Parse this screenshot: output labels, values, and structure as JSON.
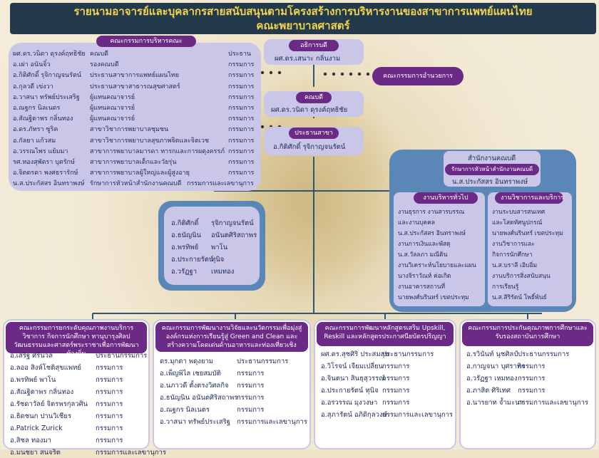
{
  "title_line1": "รายนามอาจารย์และบุคลากรสายสนับสนุนตามโครงสร้างการบริหารงานของสาขาการแพทย์แผนไทย",
  "title_line2": "คณะพยาบาลศาสตร์",
  "exec_committee": {
    "header": "คณะกรรมการบริหารคณะ",
    "members": [
      {
        "name": "ผศ.ดร.วนิดา ดุรงค์ฤทธิชัย",
        "pos": "คณบดี",
        "role": "ประธาน"
      },
      {
        "name": "อ.เผ่า อนันจิ๋ว",
        "pos": "รองคณบดี",
        "role": "กรรมการ"
      },
      {
        "name": "อ.กิติศักดิ์ รุจิกาญจนรัตน์",
        "pos": "ประธานสาขาการแพทย์แผนไทย",
        "role": "กรรมการ"
      },
      {
        "name": "อ.กุลวดี เข่งวา",
        "pos": "ประธานสาขาสาธารณสุขศาสตร์",
        "role": "กรรมการ"
      },
      {
        "name": "อ.วาสนา ทรัพย์ประเสริฐ",
        "pos": "ผู้แทนคณาจารย์",
        "role": "กรรมการ"
      },
      {
        "name": "อ.ณฐกร นิลเนตร",
        "pos": "ผู้แทนคณาจารย์",
        "role": "กรรมการ"
      },
      {
        "name": "อ.สัณฐิตาพร กลิ่นทอง",
        "pos": "ผู้แทนคณาจารย์",
        "role": "กรรมการ"
      },
      {
        "name": "อ.ดร.ภัทรา ซูริค",
        "pos": "สาขาวิชาการพยาบาลชุมชน",
        "role": "กรรมการ"
      },
      {
        "name": "อ.กัลยา แก้วสม",
        "pos": "สาขาวิชาการพยาบาลสุขภาพจิตและจิตเวช",
        "role": "กรรมการ"
      },
      {
        "name": "อ.วรรณไพร แย้มมา",
        "pos": "สาขาการพยาบาลมารดา ทารกและการผดุงครรภ์",
        "role": "กรรมการ"
      },
      {
        "name": "รศ.ทองสุพัตรา บุตรักษ์",
        "pos": "สาขาการพยาบาลเด็กและวัยรุ่น",
        "role": "กรรมการ"
      },
      {
        "name": "อ.จิตตรดา พงศธรารักษ์",
        "pos": "สาขาการพยาบาลผู้ใหญ่และผู้สูงอายุ",
        "role": "กรรมการ"
      },
      {
        "name": "น.ส.ประกัสสร อินทราพงษ์",
        "pos": "รักษาการหัวหน้าสำนักงานคณบดี",
        "role": "กรรมการและเลขานุการ"
      }
    ]
  },
  "rector": {
    "label": "อธิการบดี",
    "name": "ผศ.ดร.เสนาะ กลิ่นงาม"
  },
  "president_committee": "คณะกรรมการอำนวยการ",
  "dean": {
    "label": "คณบดี",
    "name": "ผศ.ดร.วนิดา ดุรงค์ฤทธิชัย"
  },
  "chair": {
    "label": "ประธานสาขา",
    "name": "อ.กิติศักดิ์ รุจิกาญจนรัตน์"
  },
  "faculty_members": [
    {
      "first": "อ.กิติศักดิ์",
      "last": "รุจิกาญจนรัตน์"
    },
    {
      "first": "อ.ธนัญนิน",
      "last": "อนันตศิริสถาพร"
    },
    {
      "first": "อ.พรทิพย์",
      "last": "พาโน"
    },
    {
      "first": "อ.ประกายรัตน์",
      "last": "ทุนิจ"
    },
    {
      "first": "อ.วรัฏฐา",
      "last": "เหมทอง"
    }
  ],
  "dean_office": {
    "title": "สำนักงานคณบดี",
    "subtitle": "รักษาการหัวหน้าสำนักงานคณบดี",
    "name": "น.ส.ประกัสสร อินทราพงษ์",
    "general": {
      "label": "งานบริหารทั่วไป",
      "items": [
        "งานธุรการ งานสารบรรณ",
        "และงานบุคคล",
        "น.ส.ประกัสสร อินทราพงษ์",
        "งานการเงินและพัสดุ",
        "น.ส.วัลลภา มณีดิน",
        "งานวิเคราะห์นโยบายและแผน",
        "นางจิราวัณห์ ค่อเกิด",
        "งานอาคารสถานที่",
        "นายพงศ์นรินทร์ เขตประทุม"
      ]
    },
    "academic": {
      "label": "งานวิชาการและบริการ",
      "items": [
        "งานระบบสารสนเทศ",
        "และโสตทัศนูปกรณ์",
        "นายพงศ์นรินทร์ เขตประทุม",
        "งานวิชาการและ",
        "กิจการนักศึกษา",
        "น.ส.บราลี เอิบอิ่ม",
        "งานบริการสิ่งสนับสนุน",
        "การเรียนรู้",
        "น.ส.สิริรัตน์ โพธิ์พันธ์"
      ]
    }
  },
  "committees": [
    {
      "header": "คณะกรรมการยกระดับคุณภาพงานบริการวิชาการ กิจการนักศึกษา ทานุบารุงศิลปวัฒนธรรมและศาสตร์พระราชาเพื่อการพัฒนาท้องถิ่น",
      "members": [
        {
          "name": "อ.เสริฐ ศรีนวล",
          "role": "ประธานกรรมการ"
        },
        {
          "name": "อ.ลออ สิงห์โชติสุขแพทย์",
          "role": "กรรมการ"
        },
        {
          "name": "อ.พรทิพย์ พาโน",
          "role": "กรรมการ"
        },
        {
          "name": "อ.สัณฐิตาพร กลิ่นทอง",
          "role": "กรรมการ"
        },
        {
          "name": "อ.รัชดาวัลย์ จิตรพรกุลวศิน",
          "role": "กรรมการ"
        },
        {
          "name": "อ.ธิดชนก ปานวิเชียร",
          "role": "กรรมการ"
        },
        {
          "name": "อ.Patrick Zurick",
          "role": "กรรมการ"
        },
        {
          "name": "อ.สิชล ทองมา",
          "role": "กรรมการ"
        },
        {
          "name": "อ.มนชยา สนจริต",
          "role": "กรรมการและเลขานุการ"
        }
      ]
    },
    {
      "header": "คณะกรรมการพัฒนางานวิจัยและนวัตกรรมเพื่อมุ่งสู่องค์กรแห่งการเรียนรู้สู่ Green and Clean และสร้างความโดดเด่นด้านอาหารและท่องเที่ยวเชิงสุขภาพ",
      "members": [
        {
          "name": "ดร.มุกดา พดุงยาม",
          "role": "ประธานกรรมการ"
        },
        {
          "name": "อ.เพ็ญพิไล เชยสมบัติ",
          "role": "กรรมการ"
        },
        {
          "name": "อ.นภาวดี ตั้งตรงวิศลกิจ",
          "role": "กรรมการ"
        },
        {
          "name": "อ.ธนัญนิน อนันตศิริสถาพร",
          "role": "กรรมการ"
        },
        {
          "name": "อ.ณฐกร นิลเนตร",
          "role": "กรรมการ"
        },
        {
          "name": "อ.วาสนา ทรัพย์ประเสริฐ",
          "role": "กรรมการและเลขานุการ"
        }
      ]
    },
    {
      "header": "คณะกรรมการพัฒนาหลักสูตรเสริม Upskill, Reskill และหลักสูตรประกาศนียบัตรปริญญา",
      "members": [
        {
          "name": "ผศ.ดร.สุชศิริ ประสมสุข",
          "role": "ประธานกรรมการ"
        },
        {
          "name": "อ.วิโรจน์ เจียมเปลี่ยน",
          "role": "กรรมการ"
        },
        {
          "name": "อ.จินตนา สินธุสุวรรณ์",
          "role": "กรรมการ"
        },
        {
          "name": "อ.ประกายรัตน์ ทุนิจ",
          "role": "กรรมการ"
        },
        {
          "name": "อ.อรวรรณ มุงวงษา",
          "role": "กรรมการ"
        },
        {
          "name": "อ.สุภารัตน์ อภิดิกุลวงษ์",
          "role": "กรรมการและเลขานุการ"
        }
      ]
    },
    {
      "header": "คณะกรรมการประกันคุณภาพการศึกษาและรับรองสถาบันการศึกษา",
      "members": [
        {
          "name": "อ.รวินันท์ นุชศิลป์",
          "role": "ประธานกรรมการ"
        },
        {
          "name": "อ.กาญจนา บุศราทิจ",
          "role": "กรรมการ"
        },
        {
          "name": "อ.วรัฏฐา เหมทอง",
          "role": "กรรมการ"
        },
        {
          "name": "อ.ภาสิต ศิริเทศ",
          "role": "กรรมการ"
        },
        {
          "name": "อ.นารยาท จ้ำมะนา",
          "role": "กรรมการและเลขานุการ"
        }
      ]
    }
  ],
  "colors": {
    "banner": "#233a4c",
    "title": "#f2d44f",
    "purple": "#6b2a86",
    "panel": "#c9c6e8",
    "blue_panel": "#5b86b8",
    "line": "#2f5570"
  }
}
